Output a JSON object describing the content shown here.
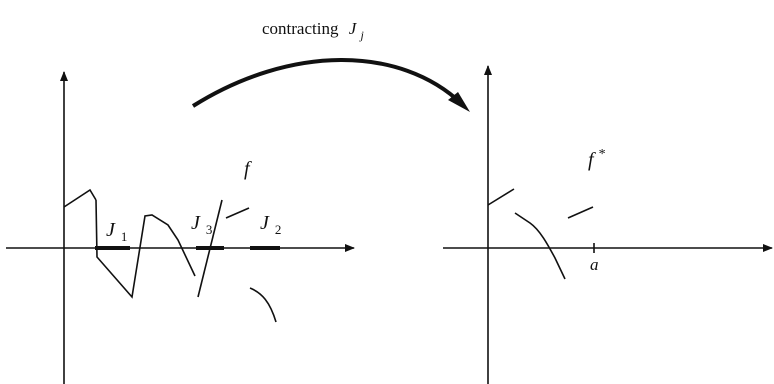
{
  "caption": {
    "text": "contracting",
    "var": "J",
    "sub": "j"
  },
  "left_panel": {
    "function_label": "f",
    "intervals": [
      {
        "var": "J",
        "sub": "1"
      },
      {
        "var": "J",
        "sub": "3"
      },
      {
        "var": "J",
        "sub": "2"
      }
    ]
  },
  "right_panel": {
    "function_label": "f",
    "function_sup": "*",
    "point_label": "a"
  },
  "colors": {
    "ink": "#111111",
    "background": "#ffffff"
  }
}
